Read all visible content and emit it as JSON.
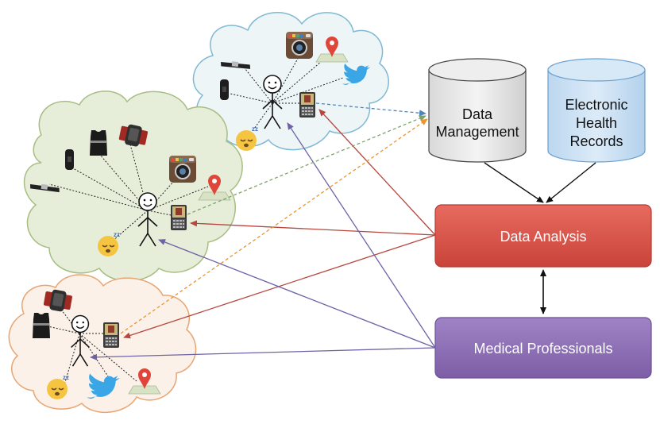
{
  "nodes": {
    "data_management": {
      "line1": "Data",
      "line2": "Management"
    },
    "ehr": {
      "line1": "Electronic",
      "line2": "Health",
      "line3": "Records"
    },
    "data_analysis": {
      "label": "Data Analysis"
    },
    "medical_professionals": {
      "label": "Medical Professionals"
    }
  },
  "colors": {
    "analysis_box": "#d9534a",
    "professionals_box": "#8e6bb3",
    "analysis_arrow": "#b5473f",
    "professionals_arrow": "#6f63a6",
    "upload_arrow_orange": "#e8962e",
    "upload_arrow_green": "#7fa36a",
    "upload_arrow_blue": "#4f86b8",
    "cloud_top": "#eef5f7",
    "cloud_mid": "#e6eed9",
    "cloud_bottom": "#fbf1e8"
  },
  "icons": [
    "smartphone-icon",
    "instagram-icon",
    "location-pin-icon",
    "twitter-icon",
    "sleeping-emoji-icon",
    "smartwatch-icon",
    "wristband-icon",
    "smart-shirt-icon",
    "stick-figure-person"
  ]
}
